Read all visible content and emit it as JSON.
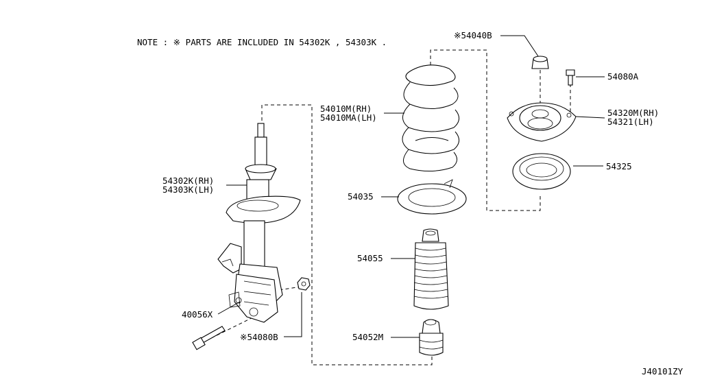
{
  "note": "NOTE : ※ PARTS ARE INCLUDED IN 54302K , 54303K .",
  "diagram_id": "J40101ZY",
  "callouts": {
    "strut_rh": "54302K(RH)",
    "strut_lh": "54303K(LH)",
    "spring_rh": "54010M(RH)",
    "spring_lh": "54010MA(LH)",
    "nut_top": "※54040B",
    "bolt_top": "54080A",
    "mount_rh": "54320M(RH)",
    "mount_lh": "54321(LH)",
    "bearing": "54325",
    "spring_seat": "54035",
    "boot": "54055",
    "bumper": "54052M",
    "bolt_lower": "40056X",
    "nut_lower": "※54080B"
  }
}
